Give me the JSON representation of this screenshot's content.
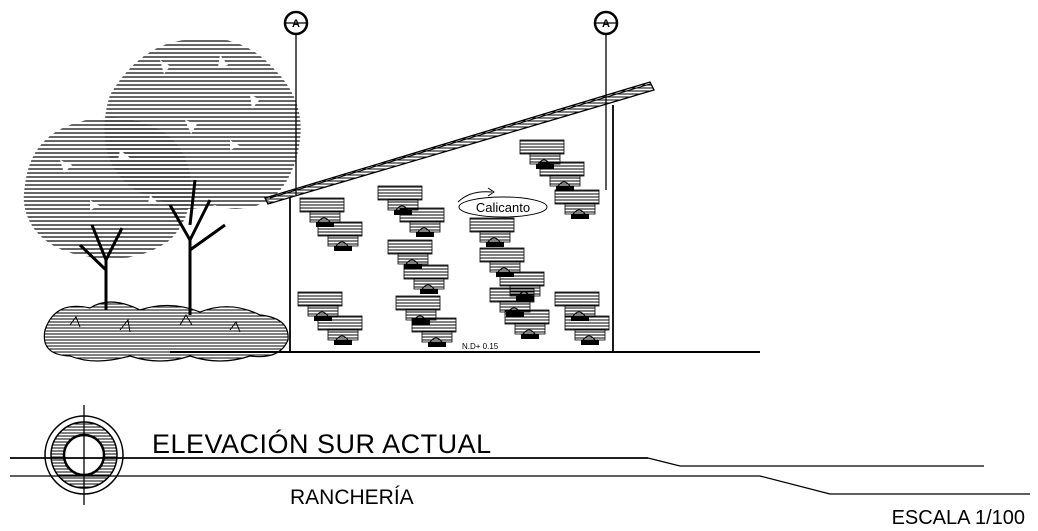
{
  "drawing": {
    "title": "ELEVACIÓN SUR ACTUAL",
    "subtitle": "RANCHERÍA",
    "scale": "ESCALA 1/100",
    "material_note": "Calicanto",
    "level_note": "N.D+ 0.15",
    "grid_markers": [
      "A",
      "A"
    ]
  }
}
